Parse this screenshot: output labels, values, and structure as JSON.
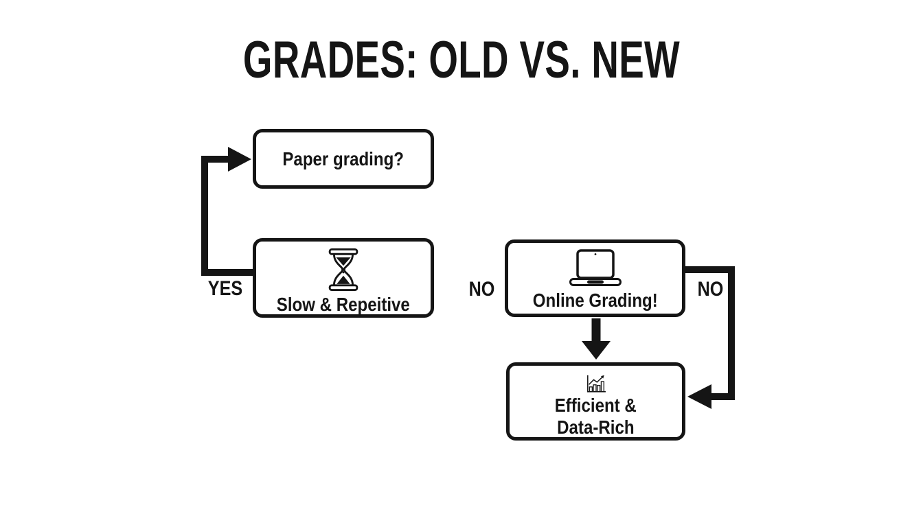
{
  "title": "GRADES: OLD VS. NEW",
  "nodes": {
    "paper": {
      "label": "Paper grading?"
    },
    "slow": {
      "label": "Slow & Repeitive",
      "icon": "hourglass-icon"
    },
    "online": {
      "label": "Online Grading!",
      "icon": "laptop-icon"
    },
    "efficient": {
      "line1": "Efficient &",
      "line2": "Data-Rich",
      "icon": "bar-chart-icon"
    }
  },
  "edge_labels": {
    "yes": "YES",
    "no_left": "NO",
    "no_right": "NO"
  },
  "colors": {
    "ink": "#151515",
    "background": "#ffffff"
  }
}
